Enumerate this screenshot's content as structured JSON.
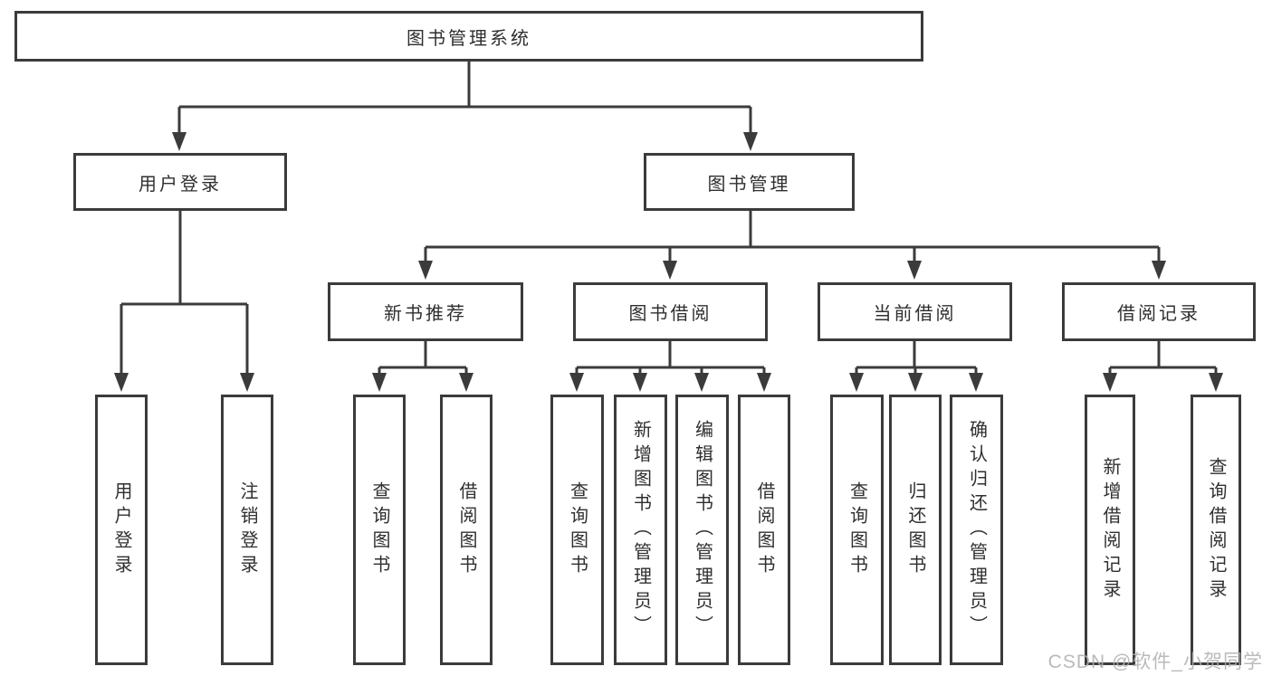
{
  "diagram": {
    "title": "图书管理系统",
    "branches": [
      {
        "label": "用户登录",
        "children": [
          {
            "label": "用户登录"
          },
          {
            "label": "注销登录"
          }
        ]
      },
      {
        "label": "图书管理",
        "children": [
          {
            "label": "新书推荐",
            "children": [
              {
                "label": "查询图书"
              },
              {
                "label": "借阅图书"
              }
            ]
          },
          {
            "label": "图书借阅",
            "children": [
              {
                "label": "查询图书"
              },
              {
                "label": "新增图书（管理员）"
              },
              {
                "label": "编辑图书（管理员）"
              },
              {
                "label": "借阅图书"
              }
            ]
          },
          {
            "label": "当前借阅",
            "children": [
              {
                "label": "查询图书"
              },
              {
                "label": "归还图书"
              },
              {
                "label": "确认归还（管理员）"
              }
            ]
          },
          {
            "label": "借阅记录",
            "children": [
              {
                "label": "新增借阅记录"
              },
              {
                "label": "查询借阅记录"
              }
            ]
          }
        ]
      }
    ]
  },
  "watermark": {
    "text": "CSDN @软件_小贺同学",
    "color": "#aeaeae"
  },
  "colors": {
    "line": "#3b3b3b",
    "box_border": "#3b3b3b",
    "box_fill": "#ffffff",
    "text": "#2f2f2f",
    "background": "#ffffff"
  }
}
